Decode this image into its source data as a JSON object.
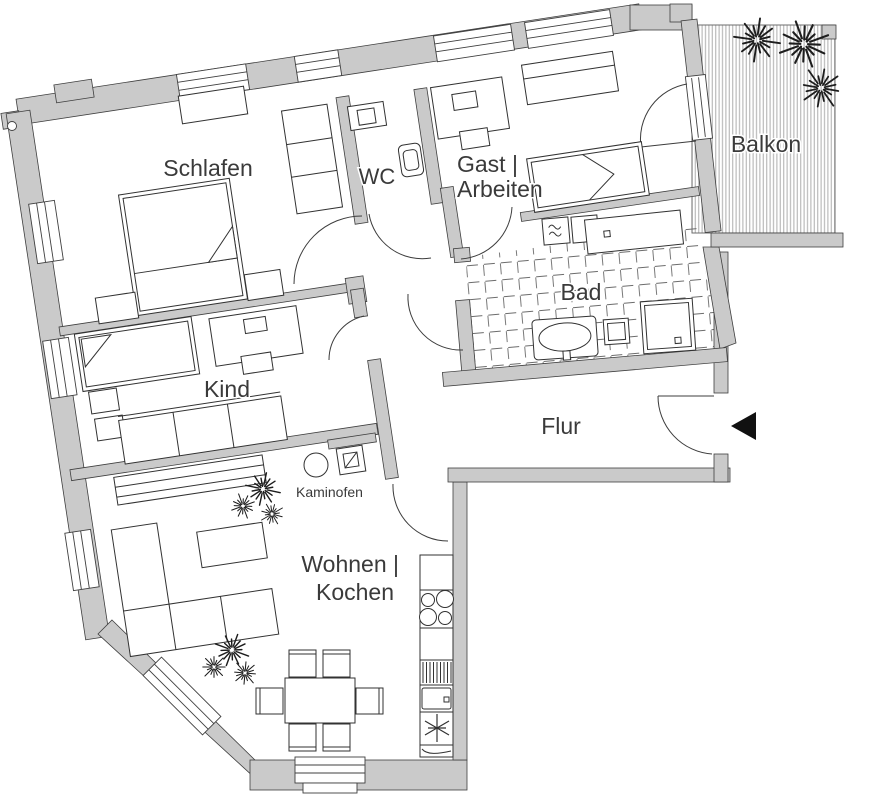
{
  "colors": {
    "wall_fill": "#cacaca",
    "wall_stroke": "#3f3f3f",
    "furniture_line": "#323232",
    "text": "#3a3a3a",
    "balcony_hatch": "#b4b4b4",
    "tile_line": "#6b6b6b",
    "entrance_arrow": "#111111"
  },
  "rooms": {
    "schlafen": {
      "label": "Schlafen"
    },
    "wc": {
      "label": "WC"
    },
    "gast_arbeiten": {
      "line1": "Gast |",
      "line2": "Arbeiten"
    },
    "balkon": {
      "label": "Balkon"
    },
    "bad": {
      "label": "Bad"
    },
    "kind": {
      "label": "Kind"
    },
    "flur": {
      "label": "Flur"
    },
    "wohnen_kochen": {
      "line1": "Wohnen |",
      "line2": "Kochen"
    }
  },
  "annotations": {
    "kaminofen": {
      "label": "Kaminofen"
    }
  }
}
